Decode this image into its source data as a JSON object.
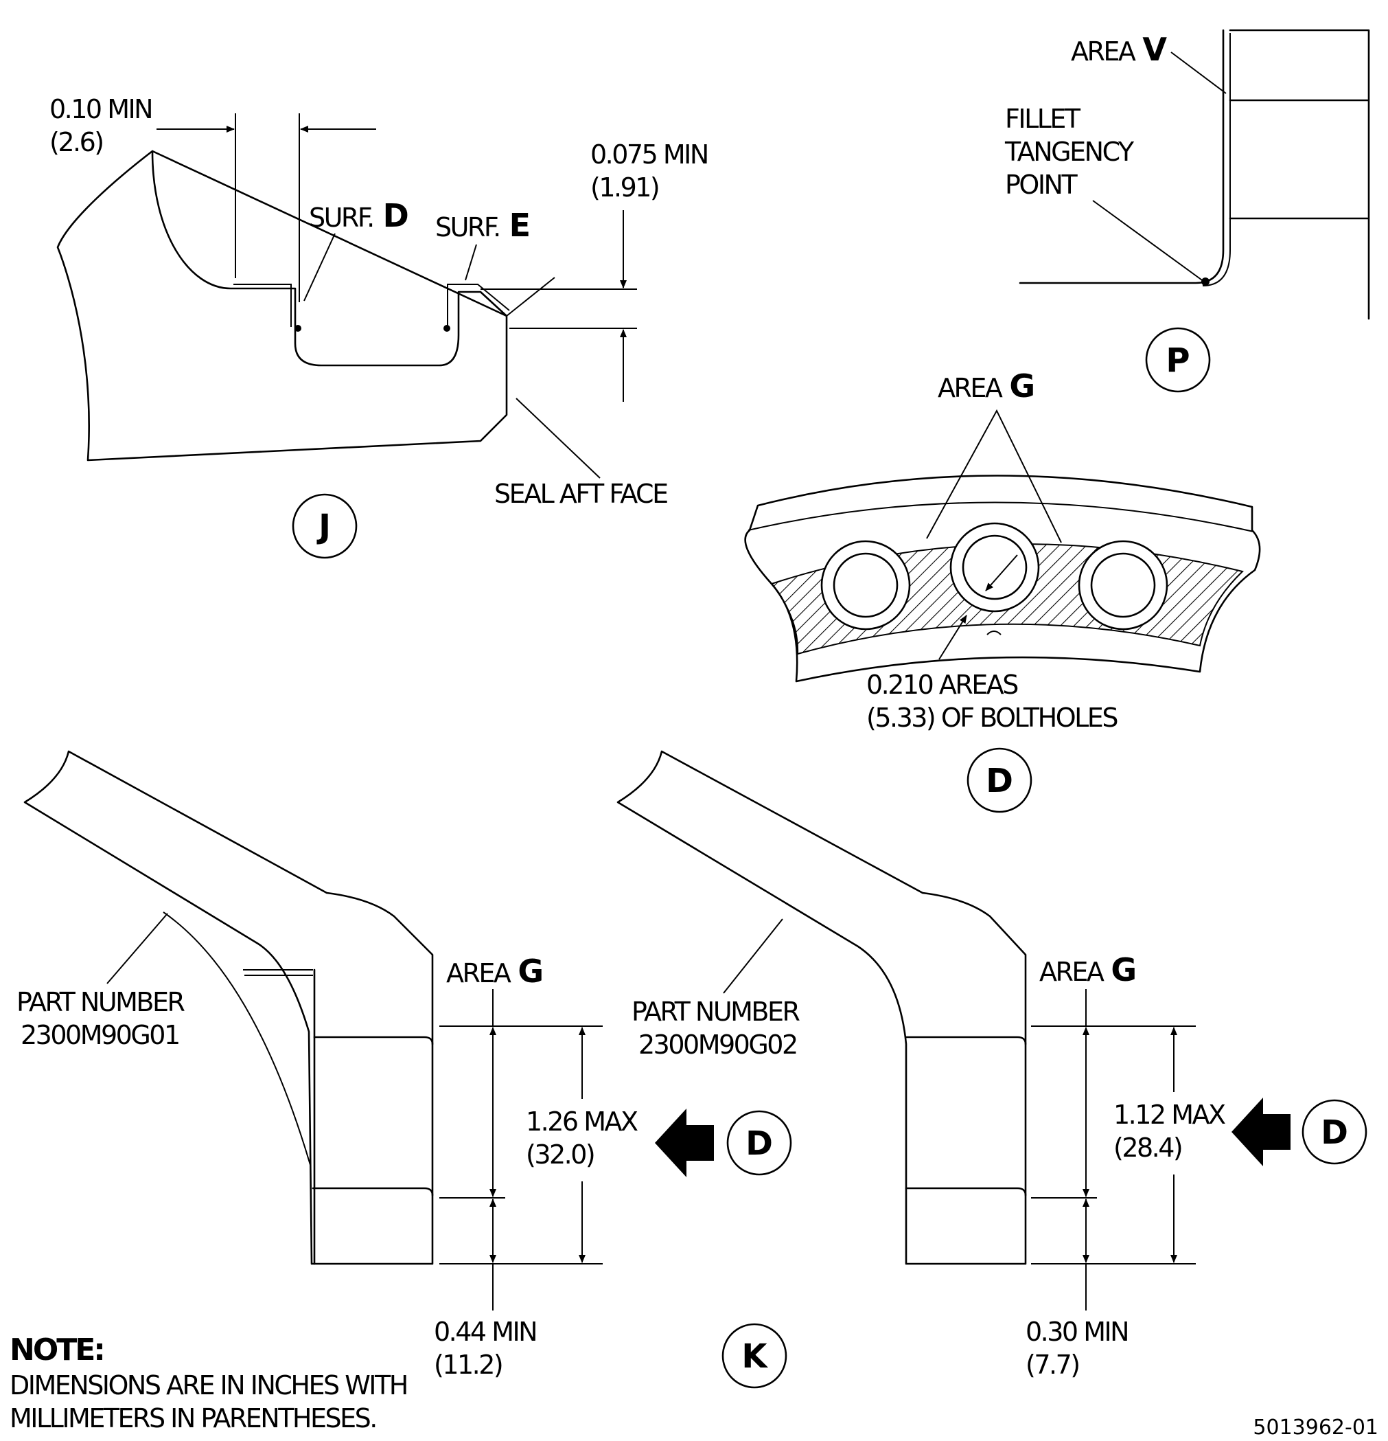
{
  "detail_j": {
    "dim_width_in": "0.10 MIN",
    "dim_width_mm": "(2.6)",
    "dim_height_in": "0.075 MIN",
    "dim_height_mm": "(1.91)",
    "surf_prefix": "SURF.",
    "surf_d_letter": "D",
    "surf_e_letter": "E",
    "seal_label": "SEAL AFT FACE",
    "view_letter": "J"
  },
  "detail_p": {
    "area_prefix": "AREA",
    "area_letter": "V",
    "fillet_line1": "FILLET",
    "fillet_line2": "TANGENCY",
    "fillet_line3": "POINT",
    "view_letter": "P"
  },
  "detail_d": {
    "area_prefix": "AREA",
    "area_letter": "G",
    "boltholes_line1": "0.210 AREAS",
    "boltholes_line2": "(5.33) OF BOLTHOLES",
    "view_letter": "D"
  },
  "detail_k": {
    "left": {
      "part_line1": "PART NUMBER",
      "part_line2": "2300M90G01",
      "area_prefix": "AREA",
      "area_letter": "G",
      "max_in": "1.26 MAX",
      "max_mm": "(32.0)",
      "min_in": "0.44 MIN",
      "min_mm": "(11.2)",
      "view_ref": "D"
    },
    "right": {
      "part_line1": "PART NUMBER",
      "part_line2": "2300M90G02",
      "area_prefix": "AREA",
      "area_letter": "G",
      "max_in": "1.12 MAX",
      "max_mm": "(28.4)",
      "min_in": "0.30 MIN",
      "min_mm": "(7.7)",
      "view_ref": "D"
    },
    "view_letter": "K"
  },
  "note": {
    "heading": "NOTE:",
    "line1": "DIMENSIONS ARE IN INCHES WITH",
    "line2": "MILLIMETERS IN PARENTHESES."
  },
  "figure_number": "5013962-01"
}
